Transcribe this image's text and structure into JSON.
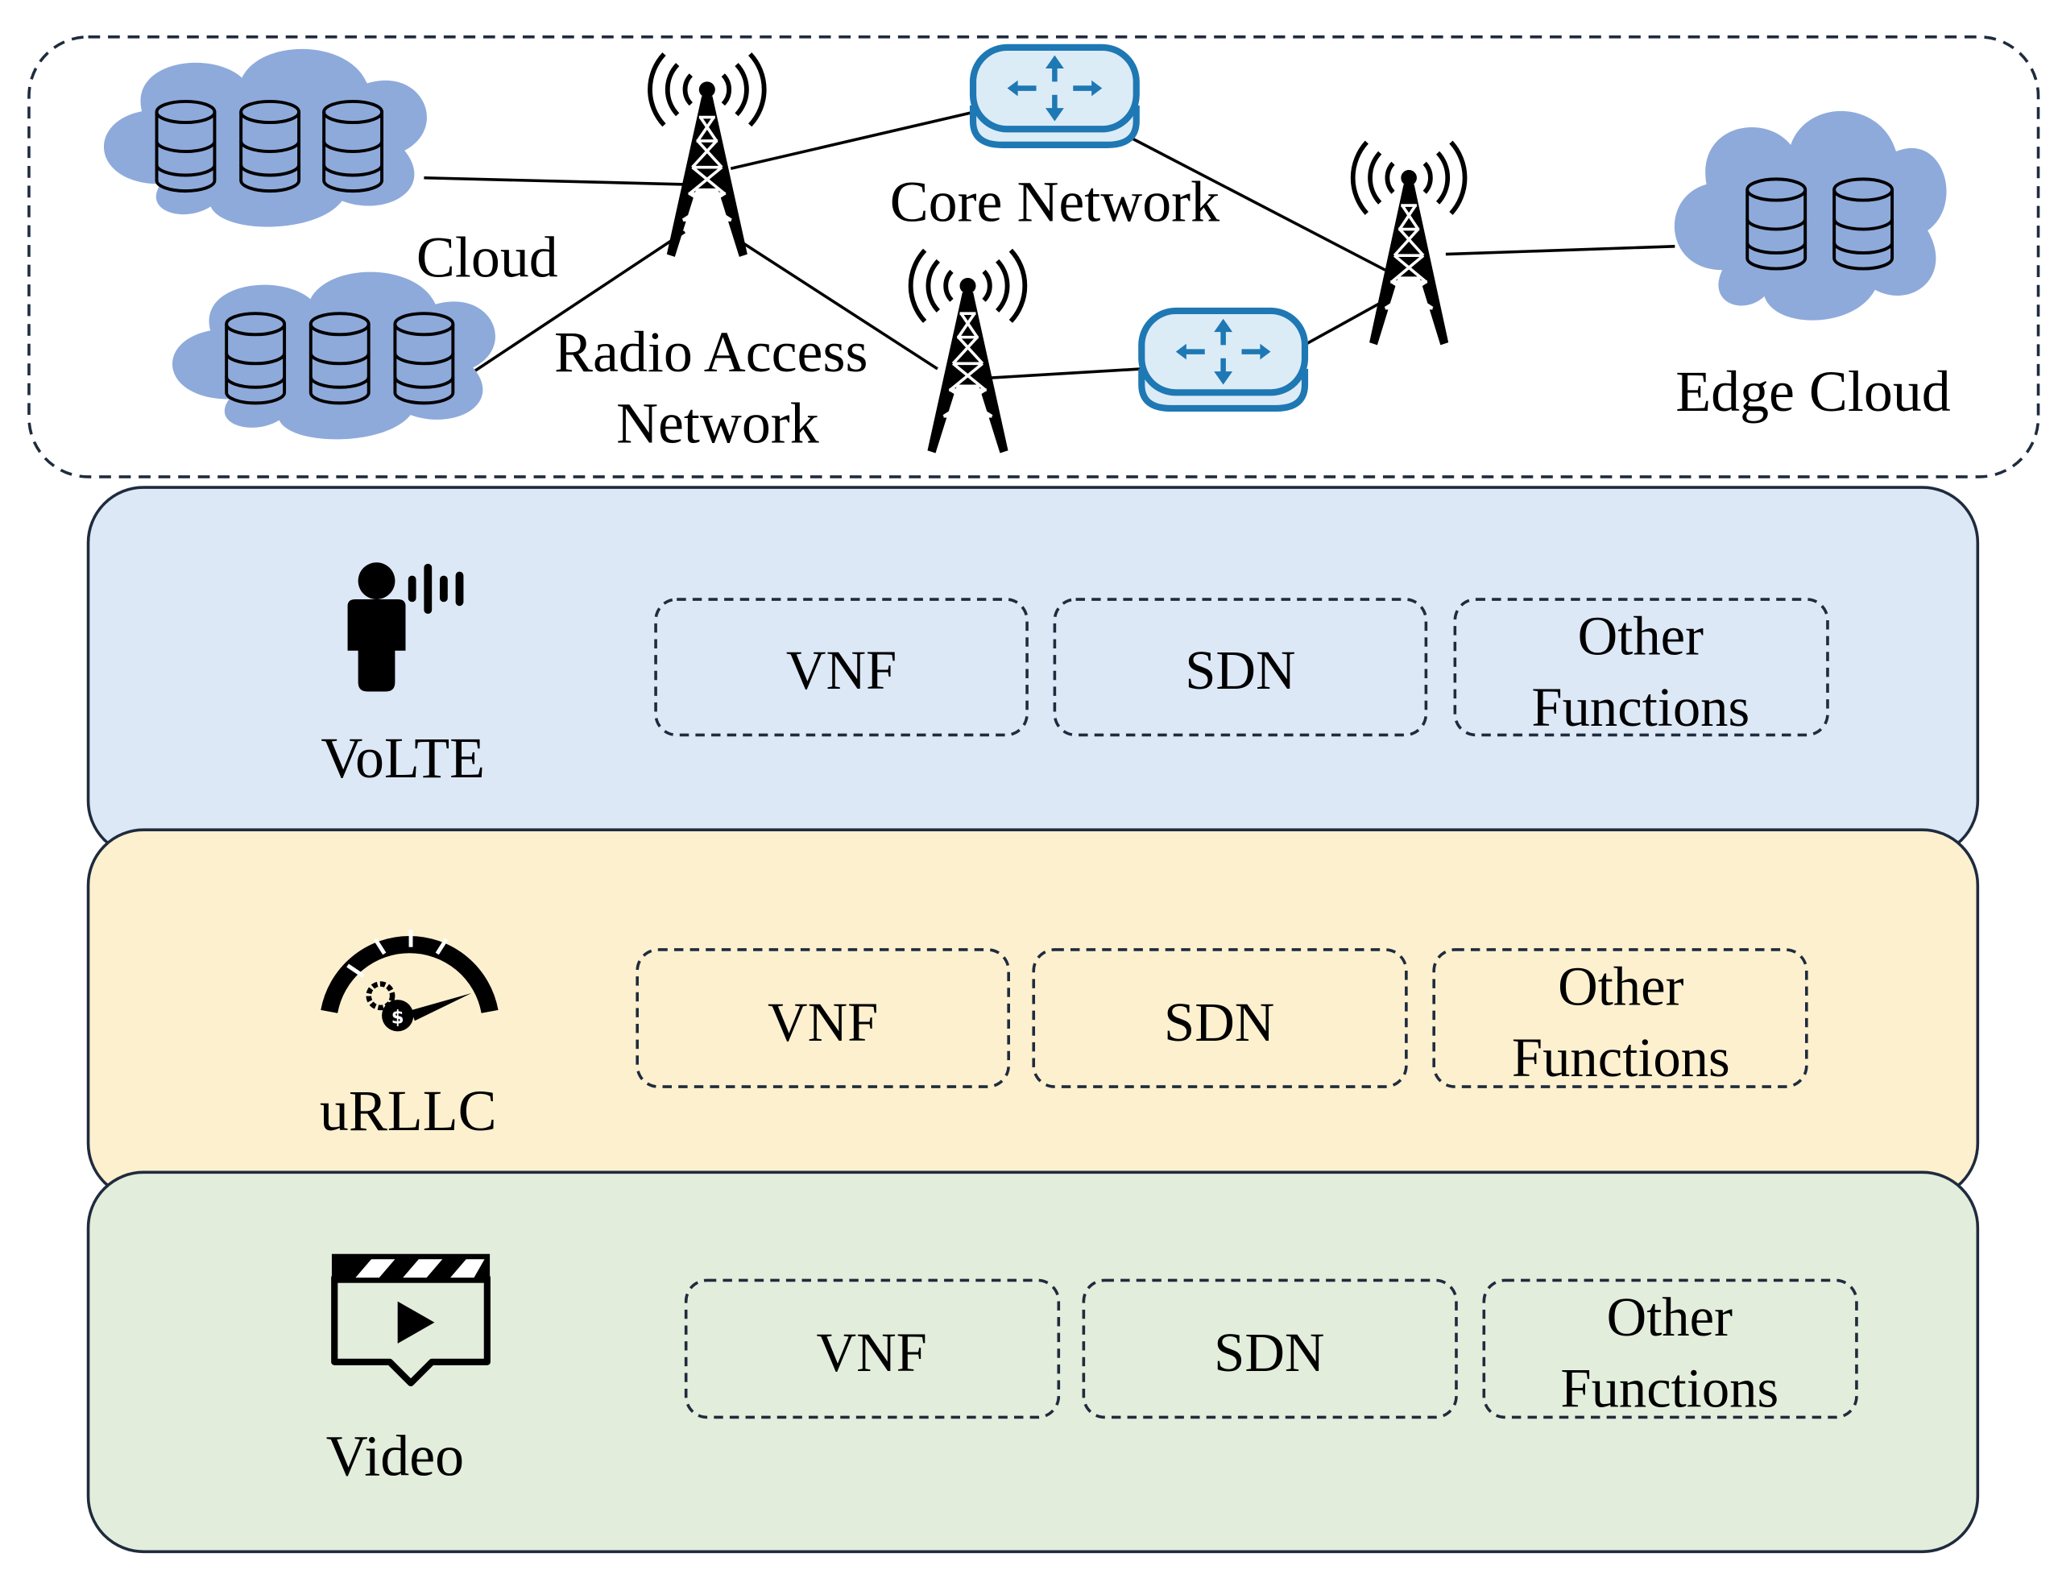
{
  "network": {
    "cloud_label": "Cloud",
    "ran_label_line1": "Radio Access",
    "ran_label_line2": "Network",
    "core_label": "Core Network",
    "edge_label": "Edge Cloud"
  },
  "slices": [
    {
      "label": "VoLTE",
      "icon": "voice-user-icon",
      "color": "#dde8f6",
      "functions": [
        "VNF",
        "SDN",
        "Other",
        "Functions"
      ]
    },
    {
      "label": "uRLLC",
      "icon": "speedometer-icon",
      "color": "#fdf0cf",
      "functions": [
        "VNF",
        "SDN",
        "Other",
        "Functions"
      ]
    },
    {
      "label": "Video",
      "icon": "video-clapper-icon",
      "color": "#e3eddb",
      "functions": [
        "VNF",
        "SDN",
        "Other",
        "Functions"
      ]
    }
  ],
  "colors": {
    "cloud_fill": "#8eaadb",
    "router_fill": "#dcecf7",
    "router_stroke": "#1e78b4",
    "slice_border": "#1f2b3e"
  }
}
